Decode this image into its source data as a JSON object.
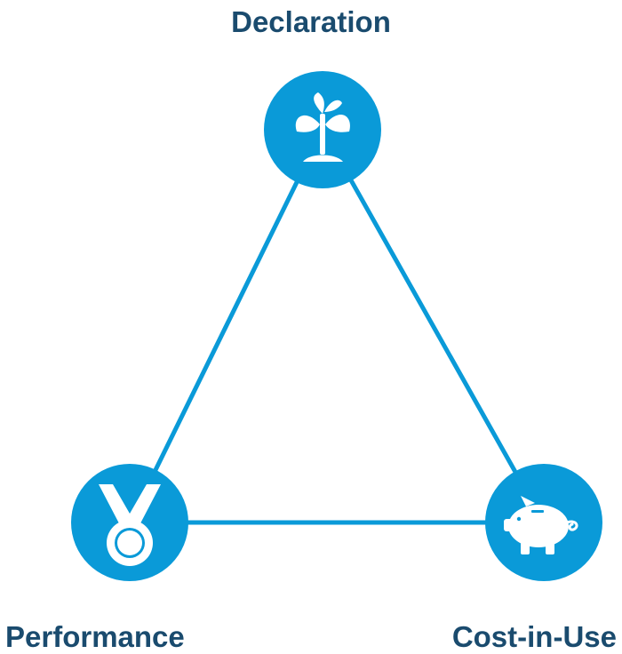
{
  "nodes": [
    {
      "label": "Declaration",
      "icon": "sprout-icon"
    },
    {
      "label": "Performance",
      "icon": "medal-icon"
    },
    {
      "label": "Cost-in-Use",
      "icon": "piggy-bank-icon"
    }
  ],
  "colors": {
    "accent": "#0a9ad8",
    "label_text": "#1a4b6e",
    "icon_fill": "#ffffff"
  }
}
